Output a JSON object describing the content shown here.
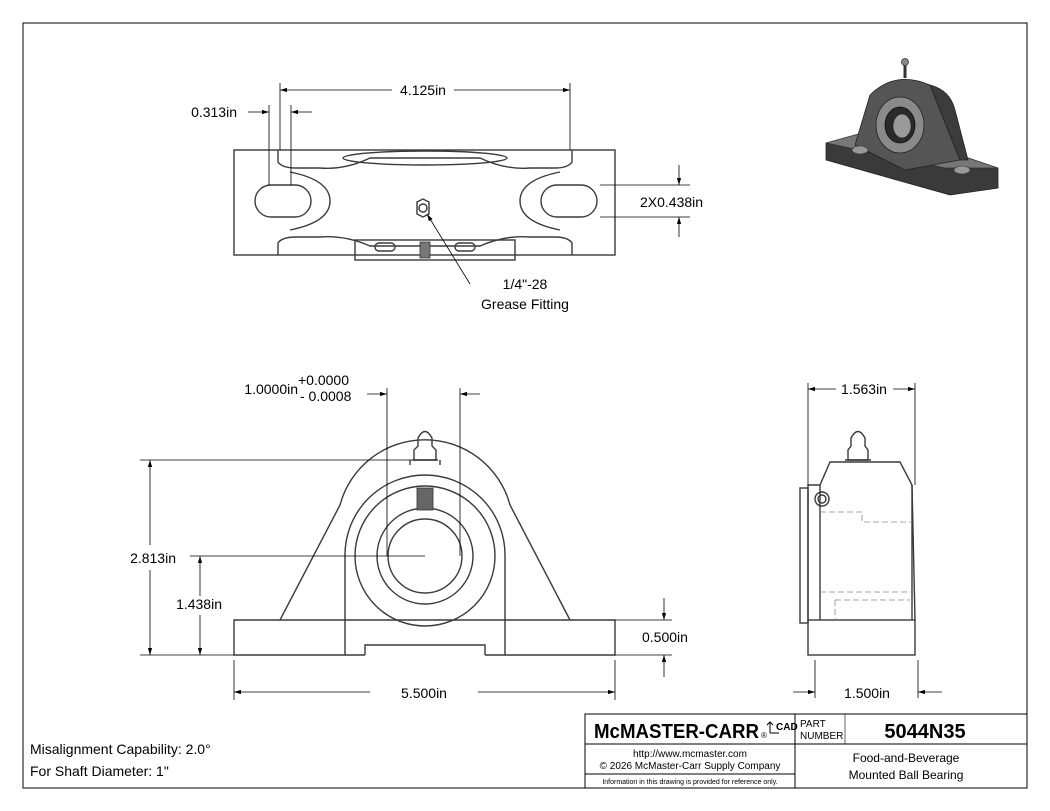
{
  "dimensions": {
    "top_width": "4.125in",
    "slot_width": "0.313in",
    "slot_length": "2X0.438in",
    "grease_fitting_line1": "1/4\"-28",
    "grease_fitting_line2": "Grease Fitting",
    "bore": "1.0000in",
    "bore_tol_plus": "+0.0000",
    "bore_tol_minus": "- 0.0008",
    "overall_height": "2.813in",
    "center_height": "1.438in",
    "base_thickness": "0.500in",
    "overall_length": "5.500in",
    "side_width": "1.563in",
    "base_width": "1.500in"
  },
  "notes": {
    "misalignment": "Misalignment Capability: 2.0°",
    "shaft": "For Shaft Diameter: 1\""
  },
  "title_block": {
    "logo": "McMASTER-CARR",
    "cad_mark": "CAD",
    "part_label_1": "PART",
    "part_label_2": "NUMBER",
    "part_number": "5044N35",
    "url": "http://www.mcmaster.com",
    "copyright": "© 2026 McMaster-Carr Supply Company",
    "disclaimer": "Information in this drawing is provided for reference only.",
    "description_1": "Food-and-Beverage",
    "description_2": "Mounted Ball Bearing"
  },
  "colors": {
    "iso_body": "#5a5a5a",
    "iso_dark": "#2e2e2e",
    "iso_light": "#8a8a8a"
  }
}
